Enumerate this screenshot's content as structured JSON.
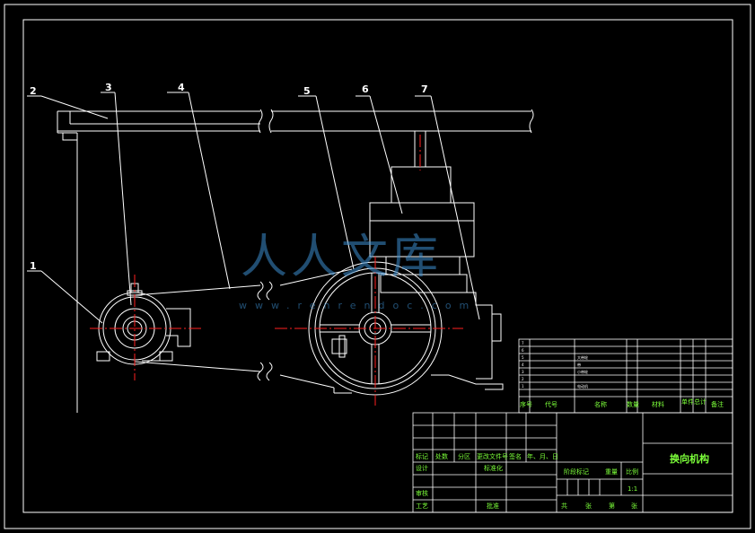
{
  "drawing": {
    "callouts": [
      "1",
      "2",
      "3",
      "4",
      "5",
      "6",
      "7"
    ],
    "colors": {
      "background": "#000000",
      "outline": "#ffffff",
      "centerline": "#ff2020",
      "text": "#7cff3a",
      "watermark": "#3d8fd0"
    }
  },
  "watermark": {
    "chars": "人人文库",
    "url": "www.renrendoc.com"
  },
  "parts_list": {
    "numbers": [
      "7",
      "6",
      "5",
      "4",
      "3",
      "2",
      "1"
    ],
    "names": [
      "",
      "",
      "大带轮",
      "带",
      "小带轮",
      "",
      "电动机"
    ],
    "header": {
      "seq": "序号",
      "code": "代号",
      "name": "名称",
      "qty": "数量",
      "material": "材料",
      "unit_weight": "单件",
      "total_weight": "总计",
      "remark": "备注"
    }
  },
  "title_block": {
    "title": "换向机构",
    "scale": "1:1",
    "header_row": [
      "标记",
      "处数",
      "分区",
      "更改文件号",
      "签名",
      "年、月、日"
    ],
    "design": "设计",
    "standardize": "标准化",
    "stage_mark": "阶段标记",
    "weight": "重量",
    "scale_label": "比例",
    "review": "审核",
    "process": "工艺",
    "approve": "批准",
    "total": "共",
    "sheets": "张",
    "page": "第",
    "sheet": "张"
  }
}
